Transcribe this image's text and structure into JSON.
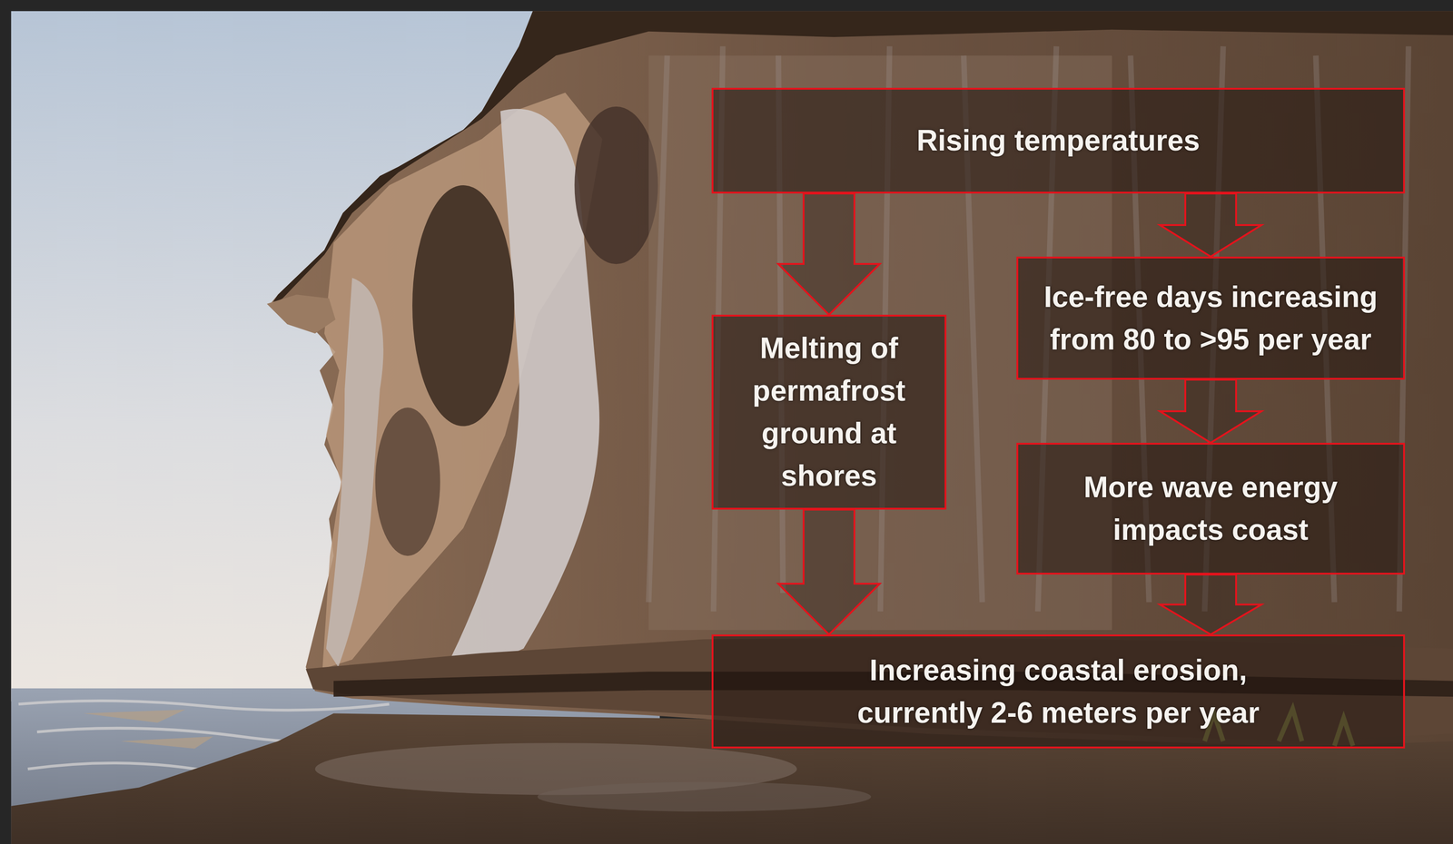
{
  "diagram": {
    "nodes": [
      {
        "text": [
          "Rising temperatures"
        ]
      },
      {
        "text": [
          "Melting of permafrost ground at shores"
        ]
      },
      {
        "text": [
          "Ice-free days increasing from 80 to >95 per year"
        ]
      },
      {
        "text": [
          "More wave energy impacts coast"
        ]
      },
      {
        "text": [
          "Increasing coastal erosion, currently 2-6 meters per year"
        ]
      }
    ],
    "edges": [
      {
        "from": 0,
        "to": 1,
        "arrow": "to"
      },
      {
        "from": 0,
        "to": 2,
        "arrow": "to"
      },
      {
        "from": 2,
        "to": 3,
        "arrow": "to"
      },
      {
        "from": 1,
        "to": 4,
        "arrow": "to"
      },
      {
        "from": 3,
        "to": 4,
        "arrow": "to"
      }
    ]
  }
}
